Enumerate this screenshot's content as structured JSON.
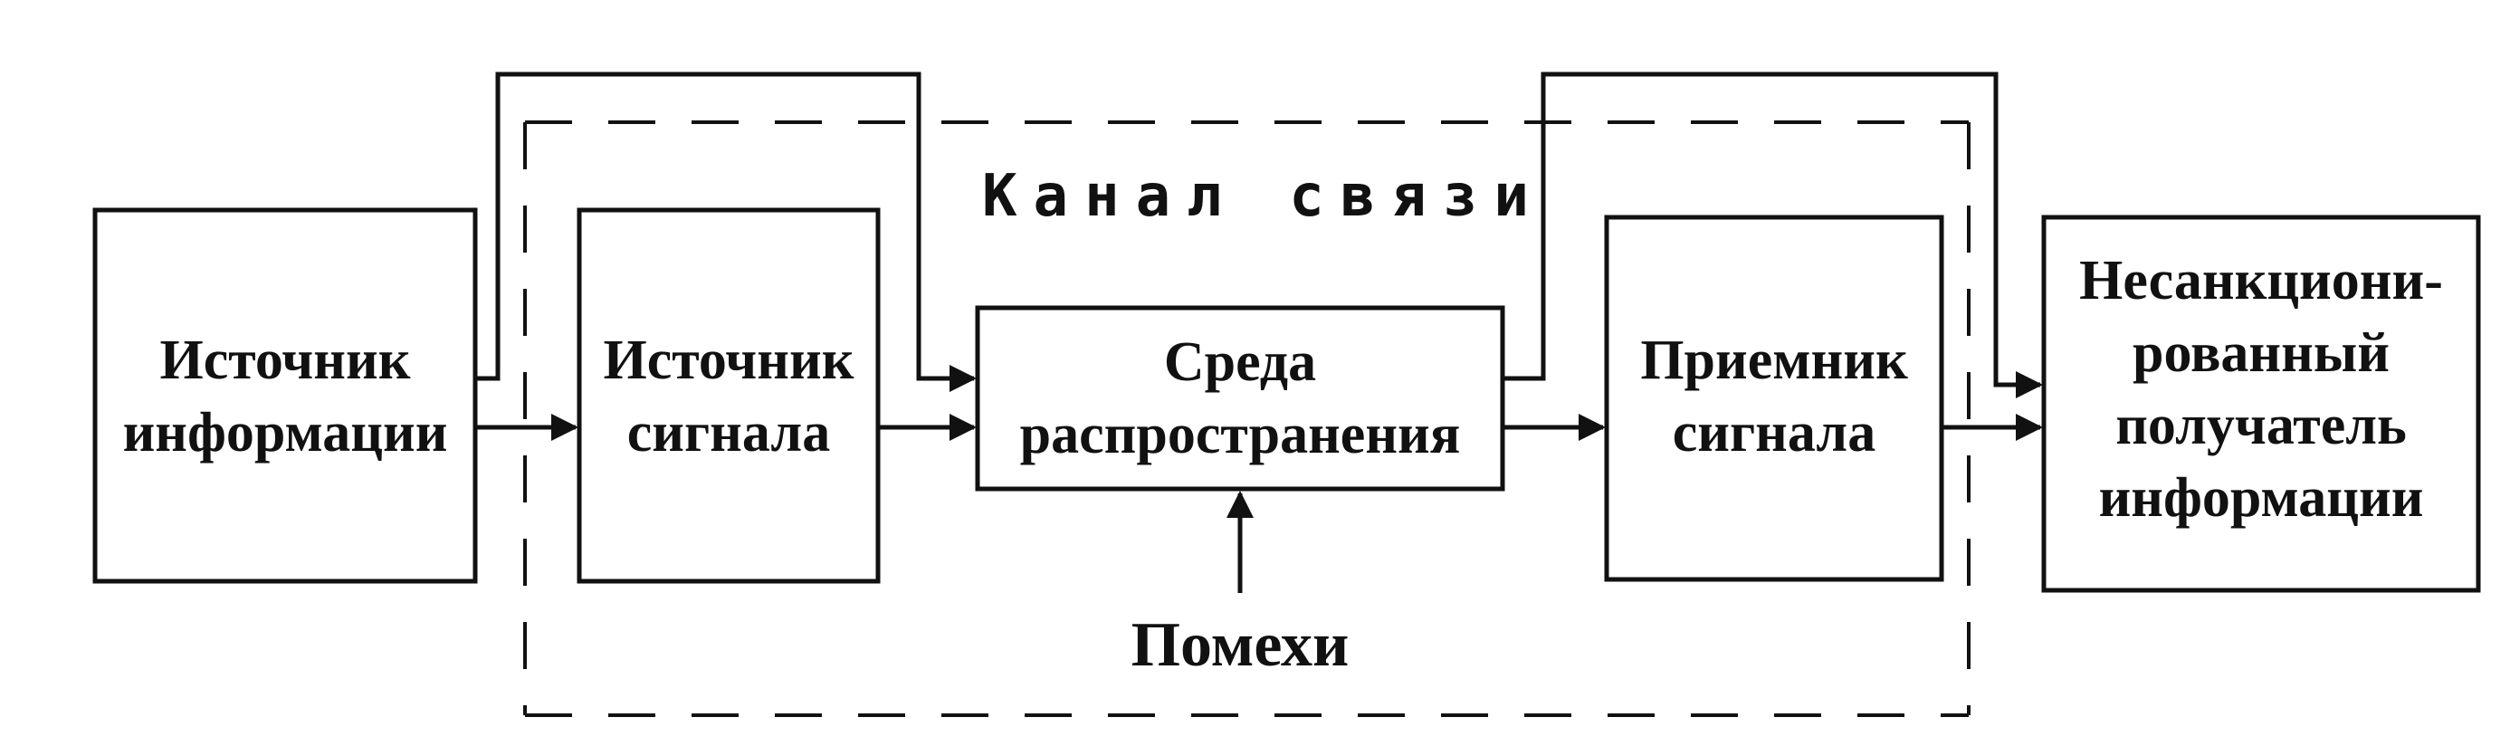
{
  "channel": {
    "title": "Канал связи"
  },
  "blocks": {
    "info_source": [
      "Источник",
      "информации"
    ],
    "signal_source": [
      "Источник",
      "сигнала"
    ],
    "medium": [
      "Среда",
      "распространения"
    ],
    "signal_receiver": [
      "Приемник",
      "сигнала"
    ],
    "unauthorized_receiver": [
      "Несанкциони-",
      "рованный",
      "получатель",
      "информации"
    ]
  },
  "noise": {
    "label": "Помехи"
  }
}
